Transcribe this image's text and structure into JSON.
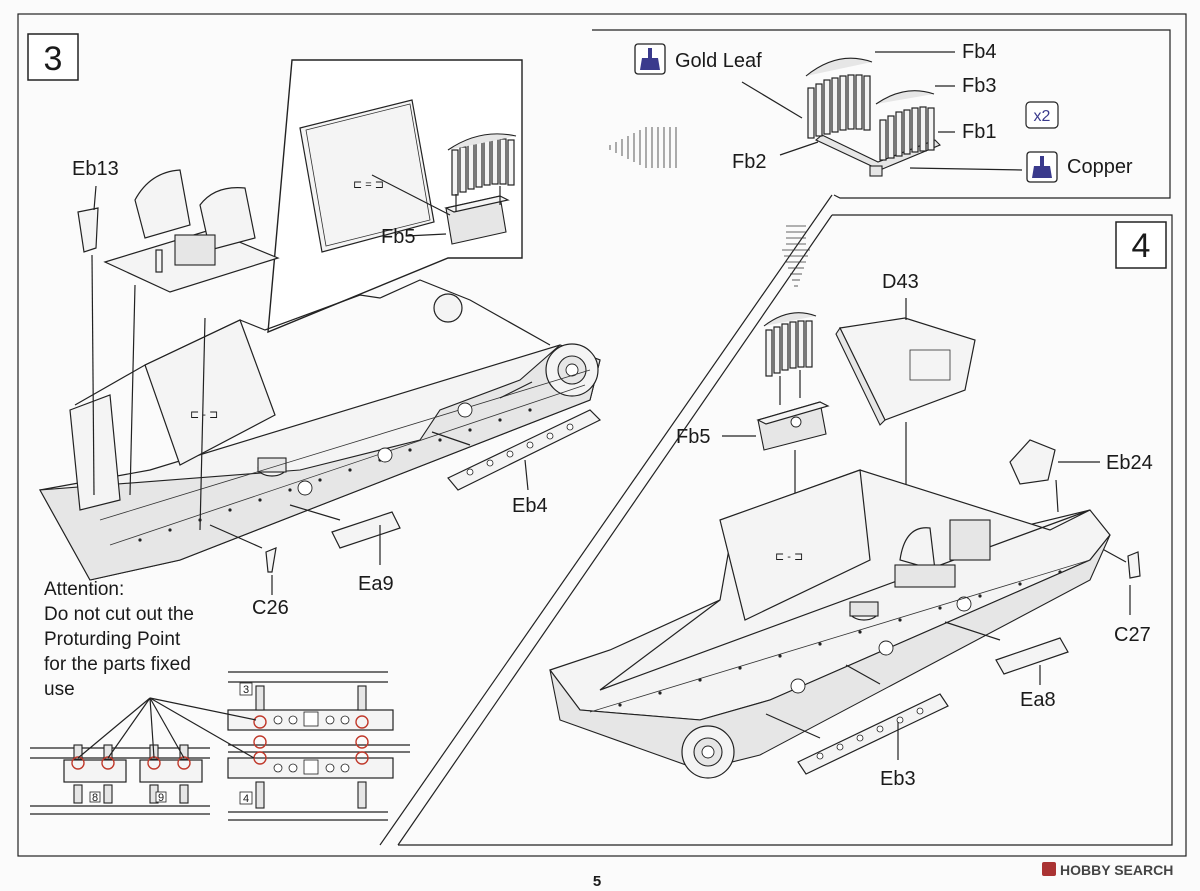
{
  "steps": [
    {
      "number": "3",
      "callouts": {
        "eb13": "Eb13",
        "fb5": "Fb5",
        "eb4": "Eb4",
        "ea9": "Ea9",
        "c26": "C26"
      },
      "attention": {
        "line1": "Attention:",
        "line2": "Do not cut out the",
        "line3": "Proturding Point",
        "line4": "for the parts fixed",
        "line5": "use"
      },
      "sprue_numbers": [
        "3",
        "4",
        "8",
        "9"
      ]
    },
    {
      "number": "4",
      "callouts": {
        "d43": "D43",
        "fb5": "Fb5",
        "eb24": "Eb24",
        "c27": "C27",
        "ea8": "Ea8",
        "eb3": "Eb3"
      }
    }
  ],
  "subassembly": {
    "callouts": {
      "fb4": "Fb4",
      "fb3": "Fb3",
      "fb1": "Fb1",
      "fb2": "Fb2"
    },
    "quantity": "x2",
    "paints": [
      {
        "icon": "paint-brush-icon",
        "name": "Gold Leaf"
      },
      {
        "icon": "paint-brush-icon",
        "name": "Copper"
      }
    ]
  },
  "page_number": "5",
  "watermark": "HOBBY SEARCH",
  "colors": {
    "ink": "#1a1a1a",
    "paint_icon": "#3a3a8c",
    "attention_mark": "#c0392b"
  }
}
